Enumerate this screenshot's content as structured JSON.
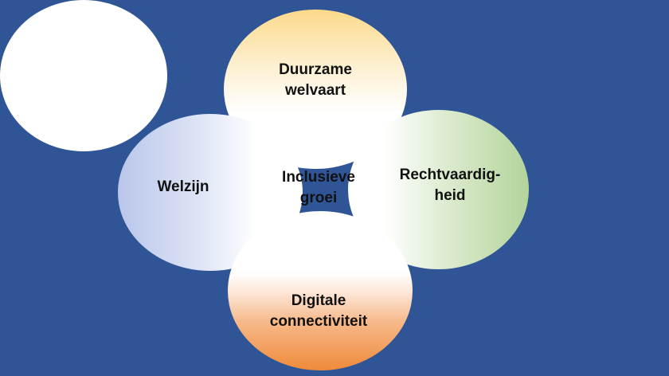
{
  "diagram": {
    "background_color": "#2f5597",
    "center": {
      "label": "Inclusieve\ngroei"
    },
    "petals": [
      {
        "position": "top",
        "label": "Duurzame\nwelvaart",
        "color": "#fbd98a"
      },
      {
        "position": "left",
        "label": "Welzijn",
        "color": "#b9c6ea"
      },
      {
        "position": "right",
        "label": "Rechtvaardig-\nheid",
        "color": "#b3d49a"
      },
      {
        "position": "bottom",
        "label": "Digitale\nconnectiviteit",
        "color": "#ef8a3a"
      }
    ]
  }
}
